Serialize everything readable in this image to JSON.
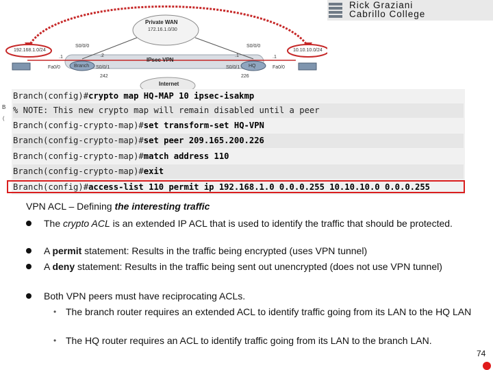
{
  "brand": {
    "name": "Rick Graziani",
    "college": "Cabrillo College"
  },
  "diagram": {
    "wan_title": "Private WAN",
    "wan_net": "172.16.1.0/30",
    "vpn_label": "IPsec VPN",
    "internet_label": "Internet",
    "branch_lan": "192.168.1.0/24",
    "hq_lan": "10.10.10.0/24",
    "branch_router": "Branch",
    "hq_router": "HQ",
    "branch_s000": "S0/0/0",
    "branch_s001": "S0/0/1",
    "branch_fa": "Fa0/0",
    "hq_s000": "S0/0/0",
    "hq_s001": "S0/0/1",
    "hq_fa": "Fa0/0",
    "addr_dot1_left": ".1",
    "addr_dot2_left": ".2",
    "addr_dot1_right": ".1",
    "addr_dot1_hq": ".1",
    "addr_242": "242",
    "addr_226": "226",
    "stray_b": "B",
    "stray_c": "("
  },
  "cli": {
    "lines": [
      {
        "prompt": "Branch(config)#",
        "cmd": "crypto map HQ-MAP 10 ipsec-isakmp"
      },
      {
        "prompt": "% NOTE: This new crypto map will remain disabled until a peer",
        "cmd": ""
      },
      {
        "prompt": "Branch(config-crypto-map)#",
        "cmd": "set transform-set HQ-VPN"
      },
      {
        "prompt": "Branch(config-crypto-map)#",
        "cmd": "set peer 209.165.200.226"
      },
      {
        "prompt": "Branch(config-crypto-map)#",
        "cmd": "match address 110"
      },
      {
        "prompt": "Branch(config-crypto-map)#",
        "cmd": "exit"
      },
      {
        "prompt": "Branch(config)#",
        "cmd": "access-list 110 permit ip 192.168.1.0 0.0.0.255 10.10.10.0 0.0.0.255"
      }
    ]
  },
  "content": {
    "heading_plain": "VPN ACL – Defining ",
    "heading_italic": "the interesting traffic",
    "b1_pre": "The ",
    "b1_italic": "crypto ACL",
    "b1_post": " is an extended IP ACL that is used to identify the traffic that should be protected.",
    "b2_pre": "A ",
    "b2_bold": "permit",
    "b2_post": " statement: Results in the traffic being encrypted (uses VPN tunnel)",
    "b3_pre": "A ",
    "b3_bold": "deny",
    "b3_post": " statement: Results in the traffic being sent out unencrypted (does not use VPN tunnel)",
    "b4": "Both VPN peers must have reciprocating ACLs.",
    "s1": "The branch router requires an extended ACL to identify traffic going from its LAN to the HQ LAN",
    "s2": "The HQ router requires an ACL to identify traffic going from its LAN to the branch LAN.",
    "bullet_glyph": "•"
  },
  "page_number": "74",
  "colors": {
    "highlight_red": "#d91e1e",
    "cli_bg": "#f1f1f1",
    "vpn_band": "#d9dde3",
    "arc_red": "#c62828"
  }
}
